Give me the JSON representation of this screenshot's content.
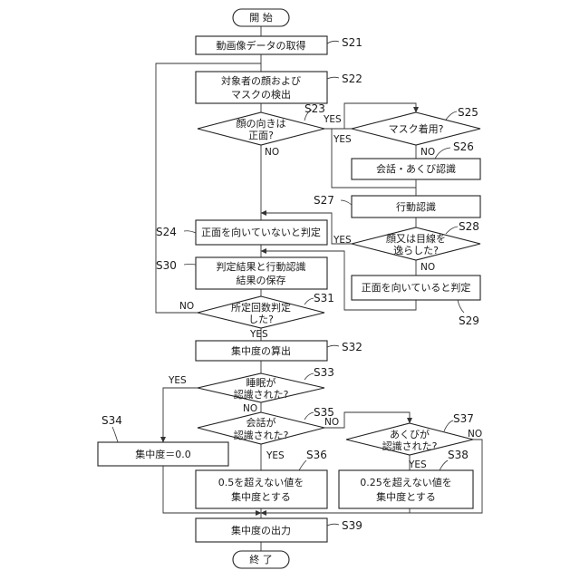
{
  "flowchart": {
    "terminals": {
      "start": "開 始",
      "end": "終 了"
    },
    "processes": {
      "s21": "動画像データの取得",
      "s22_line1": "対象者の顔および",
      "s22_line2": "マスクの検出",
      "s24": "正面を向いていないと判定",
      "s26": "会話・あくび認識",
      "s27": "行動認識",
      "s29": "正面を向いていると判定",
      "s30_line1": "判定結果と行動認識",
      "s30_line2": "結果の保存",
      "s32": "集中度の算出",
      "s34": "集中度＝0.0",
      "s36_line1": "0.5を超えない値を",
      "s36_line2": "集中度とする",
      "s38_line1": "0.25を超えない値を",
      "s38_line2": "集中度とする",
      "s39": "集中度の出力"
    },
    "decisions": {
      "s23_line1": "顔の向きは",
      "s23_line2": "正面?",
      "s25": "マスク着用?",
      "s28_line1": "顔又は目線を",
      "s28_line2": "逸らした?",
      "s31_line1": "所定回数判定",
      "s31_line2": "した?",
      "s33_line1": "睡眠が",
      "s33_line2": "認識された?",
      "s35_line1": "会話が",
      "s35_line2": "認識された?",
      "s37_line1": "あくびが",
      "s37_line2": "認識された?"
    },
    "answers": {
      "yes": "YES",
      "no": "NO"
    },
    "step_labels": {
      "s21": "S21",
      "s22": "S22",
      "s23": "S23",
      "s24": "S24",
      "s25": "S25",
      "s26": "S26",
      "s27": "S27",
      "s28": "S28",
      "s29": "S29",
      "s30": "S30",
      "s31": "S31",
      "s32": "S32",
      "s33": "S33",
      "s34": "S34",
      "s35": "S35",
      "s36": "S36",
      "s37": "S37",
      "s38": "S38",
      "s39": "S39"
    }
  }
}
